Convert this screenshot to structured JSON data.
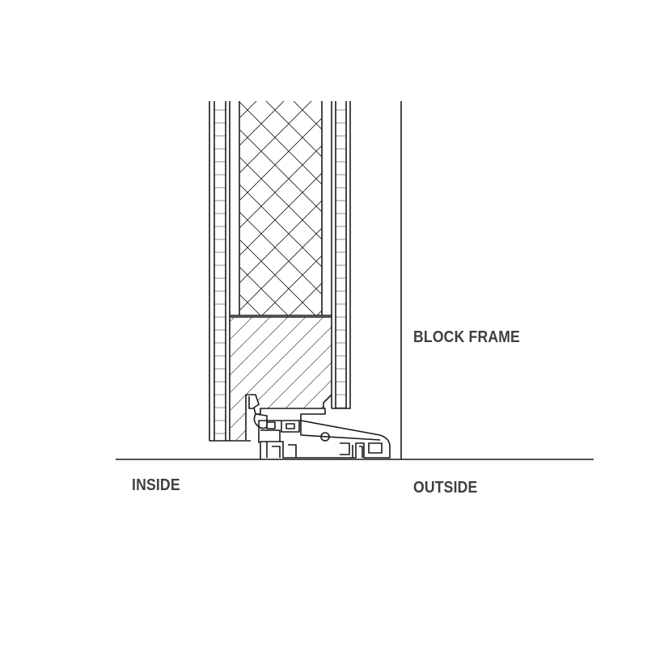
{
  "labels": {
    "block_frame": "BLOCK FRAME",
    "inside": "INSIDE",
    "outside": "OUTSIDE"
  },
  "colors": {
    "line": "#1a1a1a",
    "label": "#3f3f3f",
    "background": "#ffffff"
  }
}
